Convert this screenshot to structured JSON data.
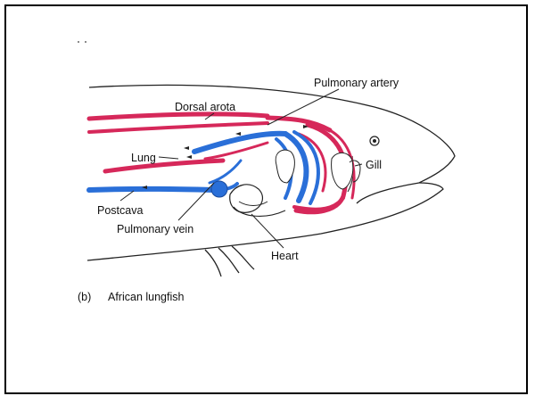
{
  "figure": {
    "panel_marker": "(b)",
    "caption": "African lungfish",
    "labels": {
      "pulmonary_artery": "Pulmonary artery",
      "dorsal_aorta": "Dorsal arota",
      "lung": "Lung",
      "gill": "Gill",
      "postcava": "Postcava",
      "pulmonary_vein": "Pulmonary vein",
      "heart": "Heart"
    },
    "colors": {
      "oxygenated": "#d6285a",
      "deoxygenated": "#2a6fd8",
      "outline": "#222222",
      "frame": "#000000"
    }
  }
}
